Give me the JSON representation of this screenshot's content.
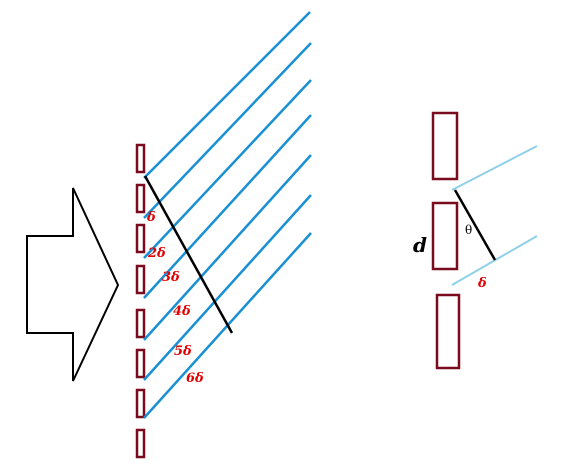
{
  "colors": {
    "slit": "#7a0a1e",
    "ray": "#1a90d4",
    "ray_light": "#8fd0e8",
    "arrow": "#000000",
    "label": "#e00000"
  },
  "left_diagram": {
    "path_labels": [
      "δ",
      "2δ",
      "3δ",
      "4δ",
      "5δ",
      "6δ"
    ]
  },
  "right_diagram": {
    "spacing_label": "d",
    "angle_label": "θ",
    "path_difference_label": "δ"
  }
}
